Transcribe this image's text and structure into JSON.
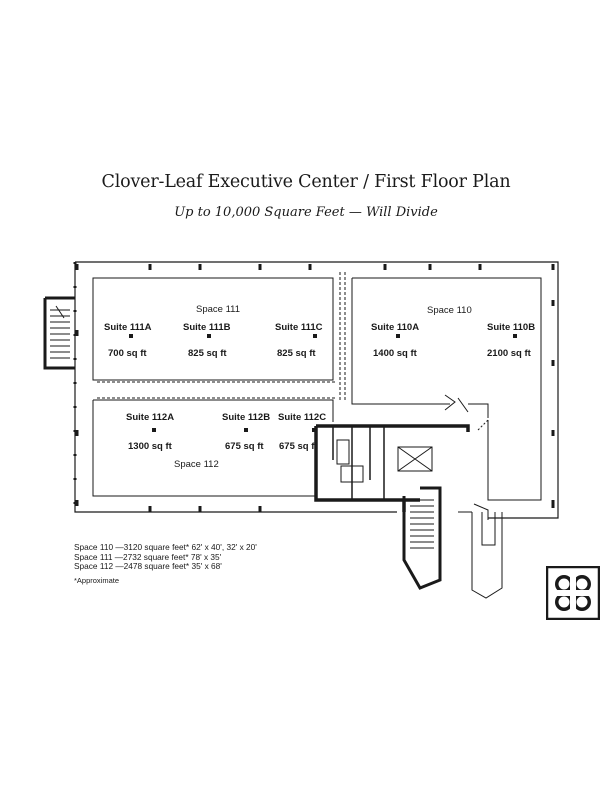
{
  "title": "Clover-Leaf Executive Center / First Floor Plan",
  "subtitle": "Up to 10,000 Square Feet — Will Divide",
  "spaces": {
    "s111": "Space 111",
    "s110": "Space 110",
    "s112": "Space 112"
  },
  "suites": {
    "s111a": {
      "name": "Suite 111A",
      "area": "700 sq ft"
    },
    "s111b": {
      "name": "Suite 111B",
      "area": "825 sq ft"
    },
    "s111c": {
      "name": "Suite 111C",
      "area": "825 sq ft"
    },
    "s110a": {
      "name": "Suite 110A",
      "area": "1400 sq ft"
    },
    "s110b": {
      "name": "Suite 110B",
      "area": "2100 sq ft"
    },
    "s112a": {
      "name": "Suite 112A",
      "area": "1300 sq ft"
    },
    "s112b": {
      "name": "Suite 112B",
      "area": "675 sq ft"
    },
    "s112c": {
      "name": "Suite 112C",
      "area": "675 sq ft"
    }
  },
  "legend": [
    "Space 110  —3120 square feet* 62' x 40', 32' x 20'",
    "Space 111  —2732 square feet* 78' x 35'",
    "Space 112  —2478 square feet* 35' x 68'"
  ],
  "footnote": "*Approximate",
  "colors": {
    "ink": "#1a1a1a",
    "paper": "#ffffff"
  },
  "icons": [
    "clover-leaf-logo-icon",
    "stairwell-icon",
    "elevator-icon"
  ]
}
